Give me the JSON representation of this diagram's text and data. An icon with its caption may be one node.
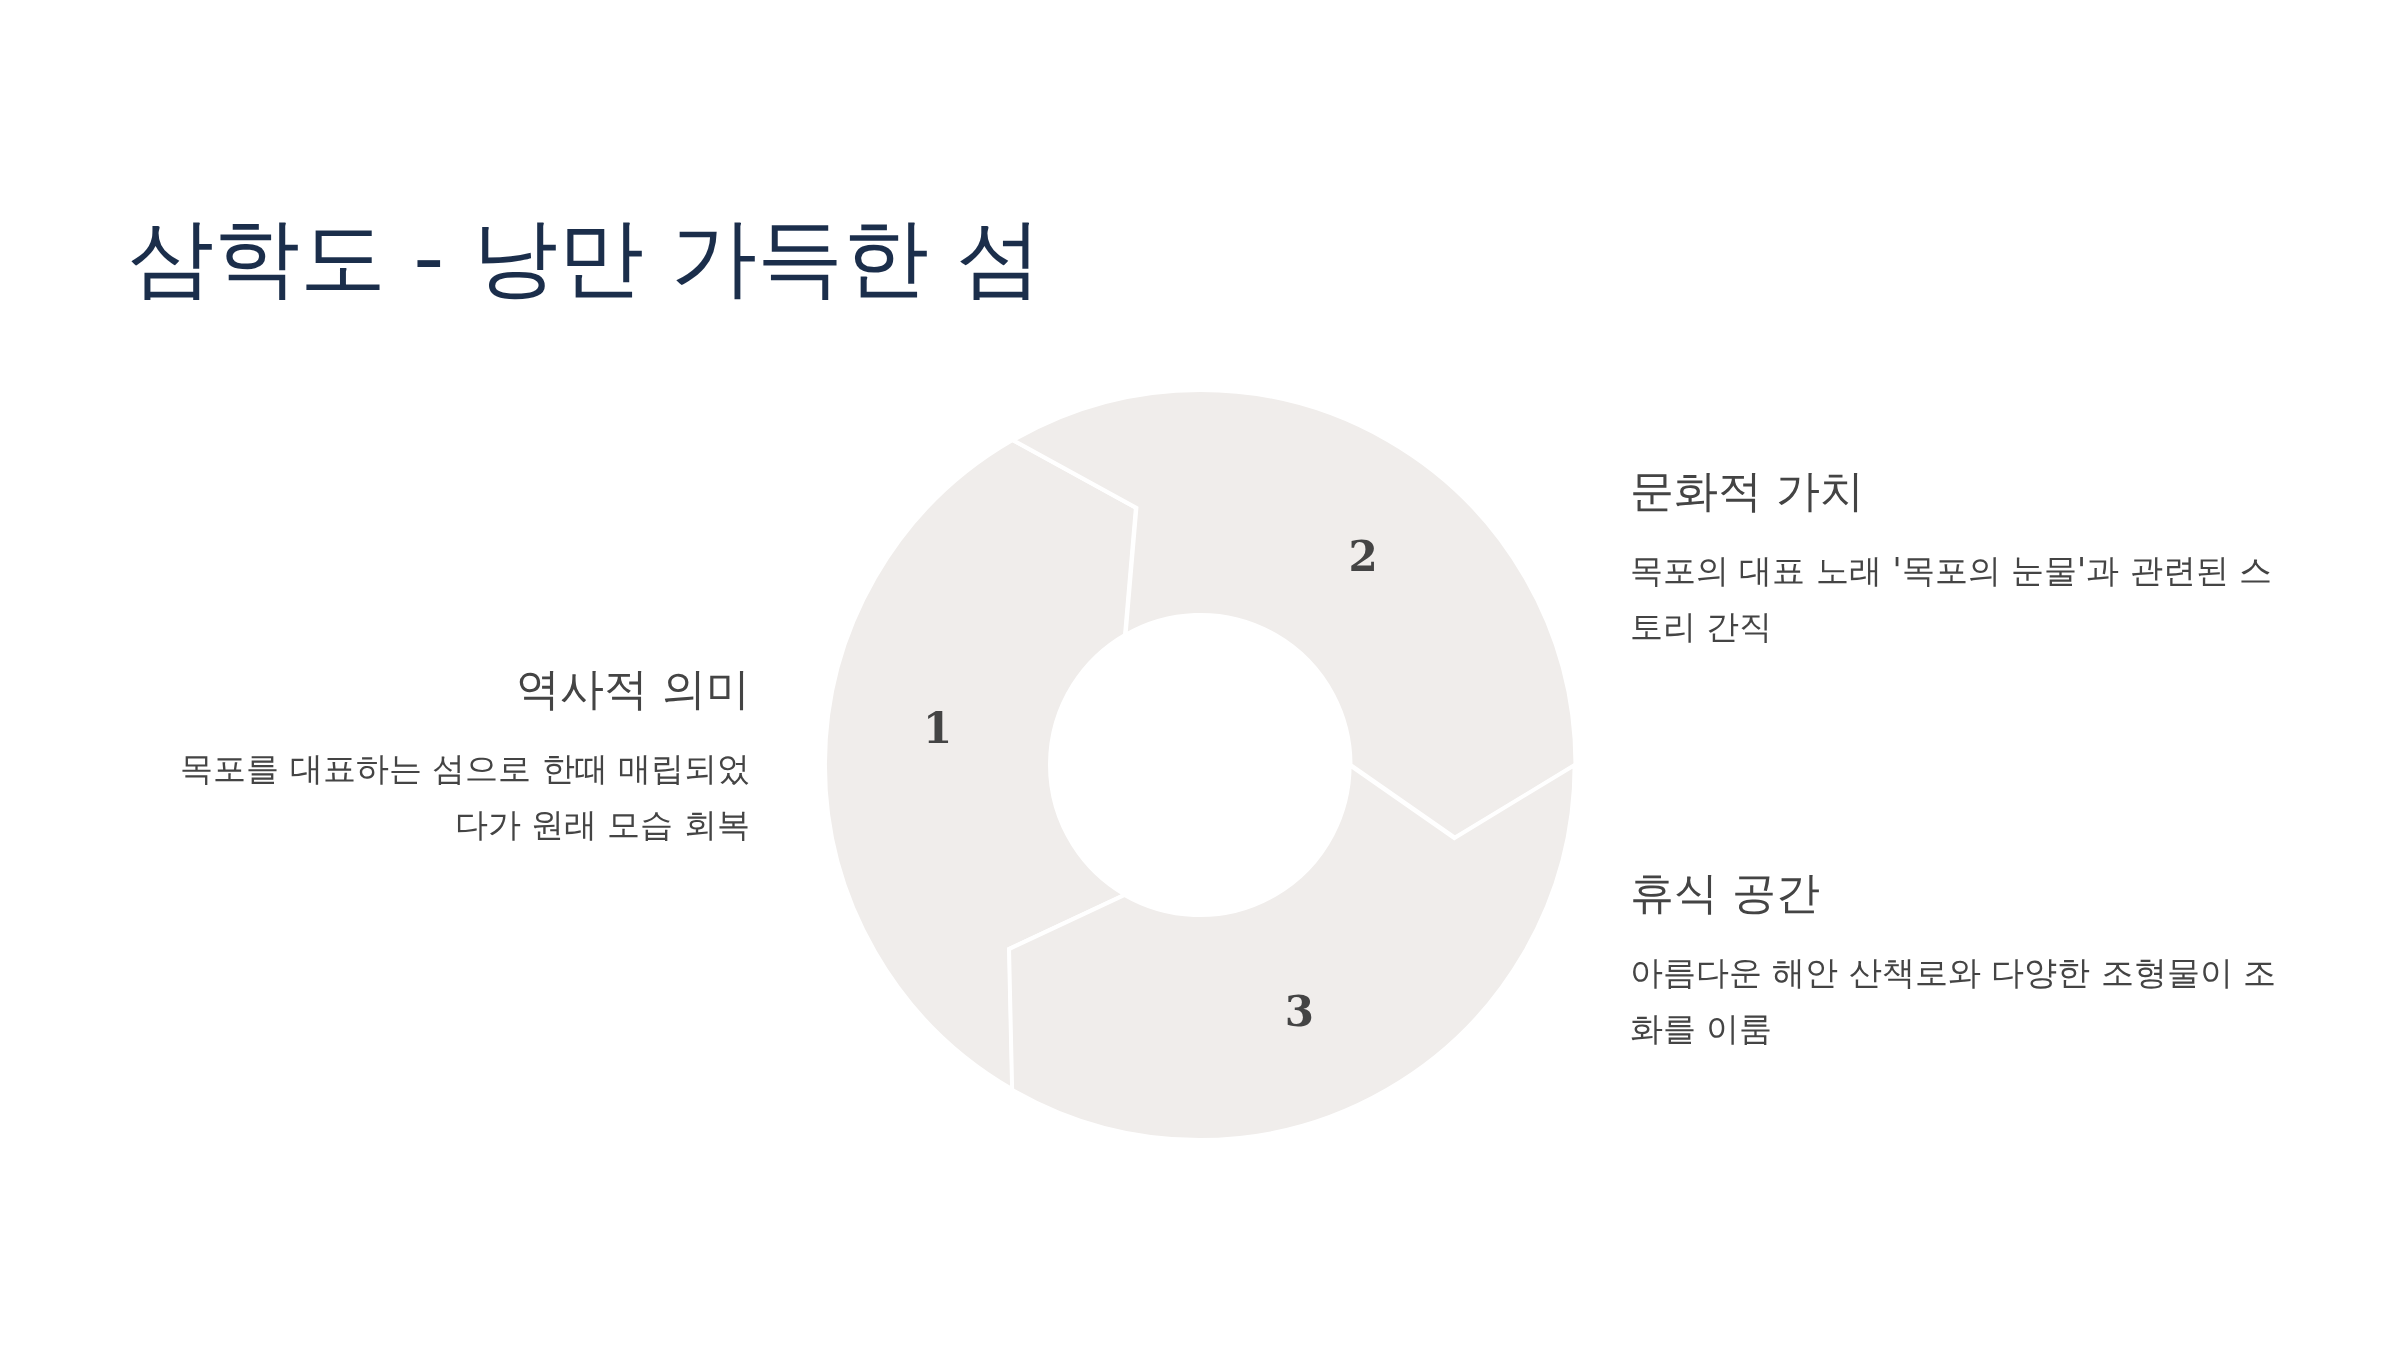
{
  "diagram": {
    "title": "삼학도 - 낭만 가득한 섬",
    "nodes": [
      {
        "text": [
          "1"
        ],
        "beside": [
          "역사적 의미",
          "목포를 대표하는 섬으로 한때 매립되었다가 원래 모습 회복"
        ]
      },
      {
        "text": [
          "2"
        ],
        "beside": [
          "문화적 가치",
          "목포의 대표 노래 '목포의 눈물'과 관련된 스토리 간직"
        ]
      },
      {
        "text": [
          "3"
        ],
        "beside": [
          "휴식 공간",
          "아름다운 해안 산책로와 다양한 조형물이 조화를 이룸"
        ]
      }
    ]
  }
}
